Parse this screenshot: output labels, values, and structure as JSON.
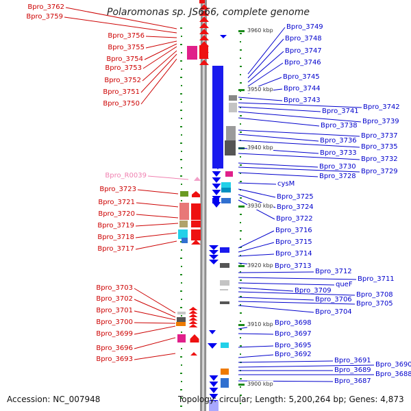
{
  "title": "Polaromonas sp. JS666, complete genome",
  "footer": {
    "accession": "Accession: NC_007948",
    "topology": "Topology: circular; Length: 5,200,264 bp; Genes: 4,873"
  },
  "colors": {
    "left_label": "#cc0000",
    "right_label": "#0000cc",
    "rna_label": "#f080b0",
    "axis_backbone": "#8a8a8a"
  },
  "scale_labels": [
    "3960 kbp",
    "3950 kbp",
    "3940 kbp",
    "3930 kbp",
    "3920 kbp",
    "3910 kbp",
    "3900 kbp"
  ],
  "left_labels": [
    "Bpro_3762",
    "Bpro_3759",
    "Bpro_3756",
    "Bpro_3755",
    "Bpro_3754",
    "Bpro_3753",
    "Bpro_3752",
    "Bpro_3751",
    "Bpro_3750",
    "Bpro_R0039",
    "Bpro_3723",
    "Bpro_3721",
    "Bpro_3720",
    "Bpro_3719",
    "Bpro_3718",
    "Bpro_3717",
    "Bpro_3703",
    "Bpro_3702",
    "Bpro_3701",
    "Bpro_3700",
    "Bpro_3699",
    "Bpro_3696",
    "Bpro_3693"
  ],
  "right_labels": [
    "Bpro_3749",
    "Bpro_3748",
    "Bpro_3747",
    "Bpro_3746",
    "Bpro_3745",
    "Bpro_3744",
    "Bpro_3743",
    "Bpro_3742",
    "Bpro_3741",
    "Bpro_3739",
    "Bpro_3738",
    "Bpro_3737",
    "Bpro_3736",
    "Bpro_3735",
    "Bpro_3733",
    "Bpro_3732",
    "Bpro_3730",
    "Bpro_3729",
    "Bpro_3728",
    "cysM",
    "Bpro_3725",
    "Bpro_3724",
    "Bpro_3722",
    "Bpro_3716",
    "Bpro_3715",
    "Bpro_3714",
    "Bpro_3713",
    "Bpro_3712",
    "Bpro_3711",
    "queF",
    "Bpro_3709",
    "Bpro_3708",
    "Bpro_3706",
    "Bpro_3705",
    "Bpro_3704",
    "Bpro_3698",
    "Bpro_3697",
    "Bpro_3695",
    "Bpro_3692",
    "Bpro_3691",
    "Bpro_3690",
    "Bpro_3689",
    "Bpro_3688",
    "Bpro_3687"
  ]
}
